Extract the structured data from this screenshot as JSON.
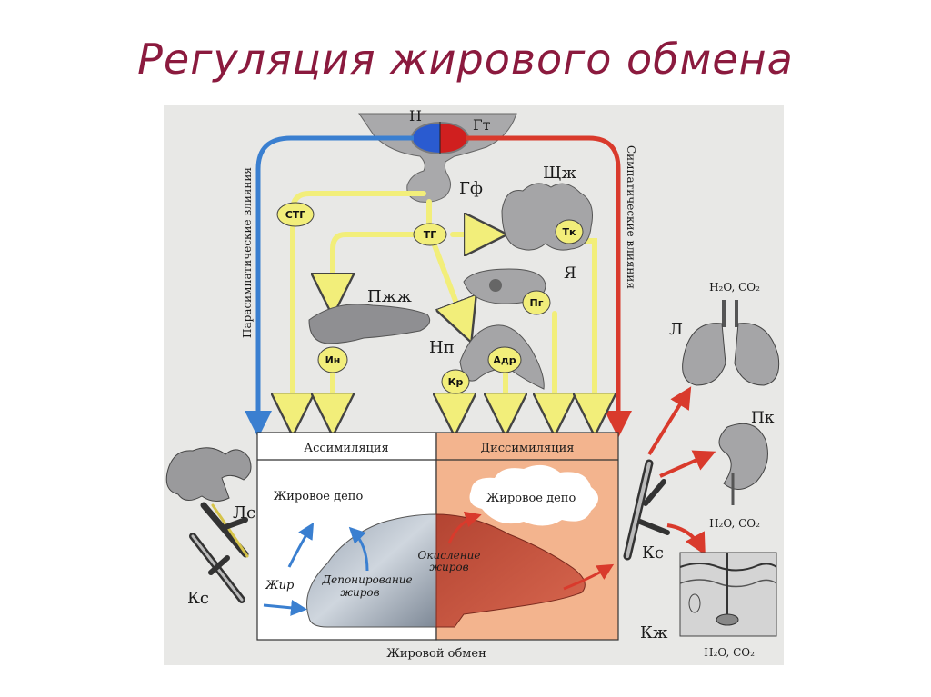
{
  "title": "Регуляция жирового обмена",
  "side_labels": {
    "left": "Парасимпатические влияния",
    "right": "Симпатические влияния"
  },
  "organs": {
    "n": "Н",
    "gt": "Гт",
    "gf": "Гф",
    "shzh": "Щж",
    "ya": "Я",
    "pzhzh": "Пжж",
    "np": "Нп",
    "ls": "Лс",
    "ks_left": "Кс",
    "l": "Л",
    "pk": "Пк",
    "ks_right": "Кс",
    "kzh": "Кж"
  },
  "hormones": {
    "stg": "СТГ",
    "tg": "ТГ",
    "tk": "Тк",
    "pg": "Пг",
    "in": "Ин",
    "adr": "Адр",
    "kr": "Кр"
  },
  "products": {
    "top": "H₂O, CO₂",
    "middle": "H₂O, CO₂",
    "bottom": "H₂O, CO₂"
  },
  "box": {
    "assimilation": "Ассимиляция",
    "dissimilation": "Диссимиляция",
    "depot_left": "Жировое депо",
    "depot_right": "Жировое депо",
    "fat": "Жир",
    "deposition_1": "Депонирование",
    "deposition_2": "жиров",
    "oxidation_1": "Окисление",
    "oxidation_2": "жиров",
    "footer": "Жировой обмен"
  },
  "colors": {
    "title": "#8b1a3e",
    "parasympathetic": "#3a7fd0",
    "sympathetic": "#d93a2c",
    "hormone_arrow": "#f2ee7a",
    "dissimilation_bg": "#f3b48e",
    "panel_bg": "#e8e8e6"
  }
}
